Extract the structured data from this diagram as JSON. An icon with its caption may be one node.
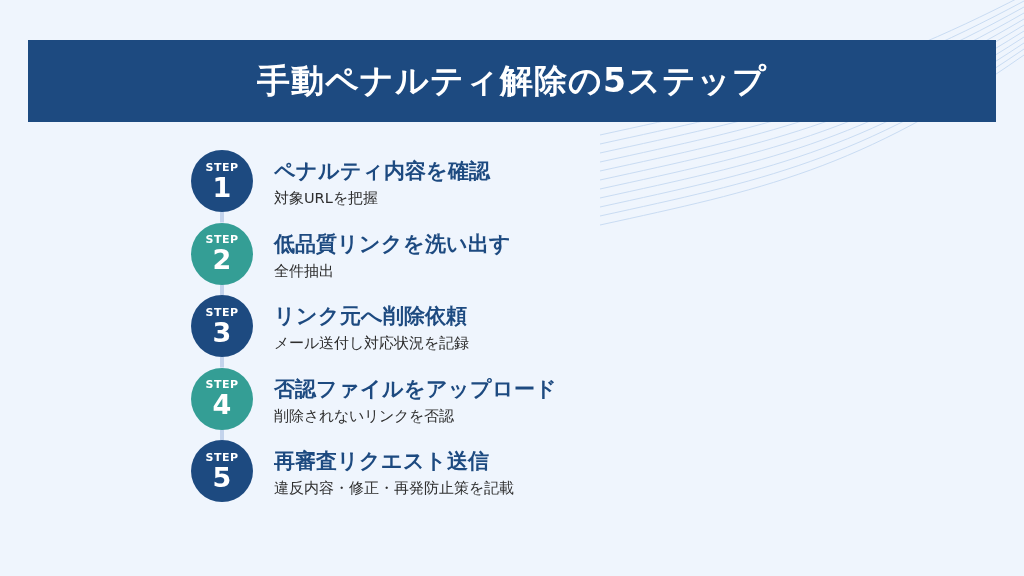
{
  "diagram": {
    "title": "手動ペナルティ解除の5ステップ",
    "nodes": [
      {
        "text": [
          "STEP",
          "1"
        ],
        "beside": [
          "ペナルティ内容を確認",
          "対象URLを把握"
        ]
      },
      {
        "text": [
          "STEP",
          "2"
        ],
        "beside": [
          "低品質リンクを洗い出す",
          "全件抽出"
        ]
      },
      {
        "text": [
          "STEP",
          "3"
        ],
        "beside": [
          "リンク元へ削除依頼",
          "メール送付し対応状況を記録"
        ]
      },
      {
        "text": [
          "STEP",
          "4"
        ],
        "beside": [
          "否認ファイルをアップロード",
          "削除されないリンクを否認"
        ]
      },
      {
        "text": [
          "STEP",
          "5"
        ],
        "beside": [
          "再審査リクエスト送信",
          "違反内容・修正・再発防止策を記載"
        ]
      }
    ],
    "edges": [
      {
        "from": 0,
        "to": 1,
        "arrow": "none"
      },
      {
        "from": 1,
        "to": 2,
        "arrow": "none"
      },
      {
        "from": 2,
        "to": 3,
        "arrow": "none"
      },
      {
        "from": 3,
        "to": 4,
        "arrow": "none"
      }
    ]
  }
}
